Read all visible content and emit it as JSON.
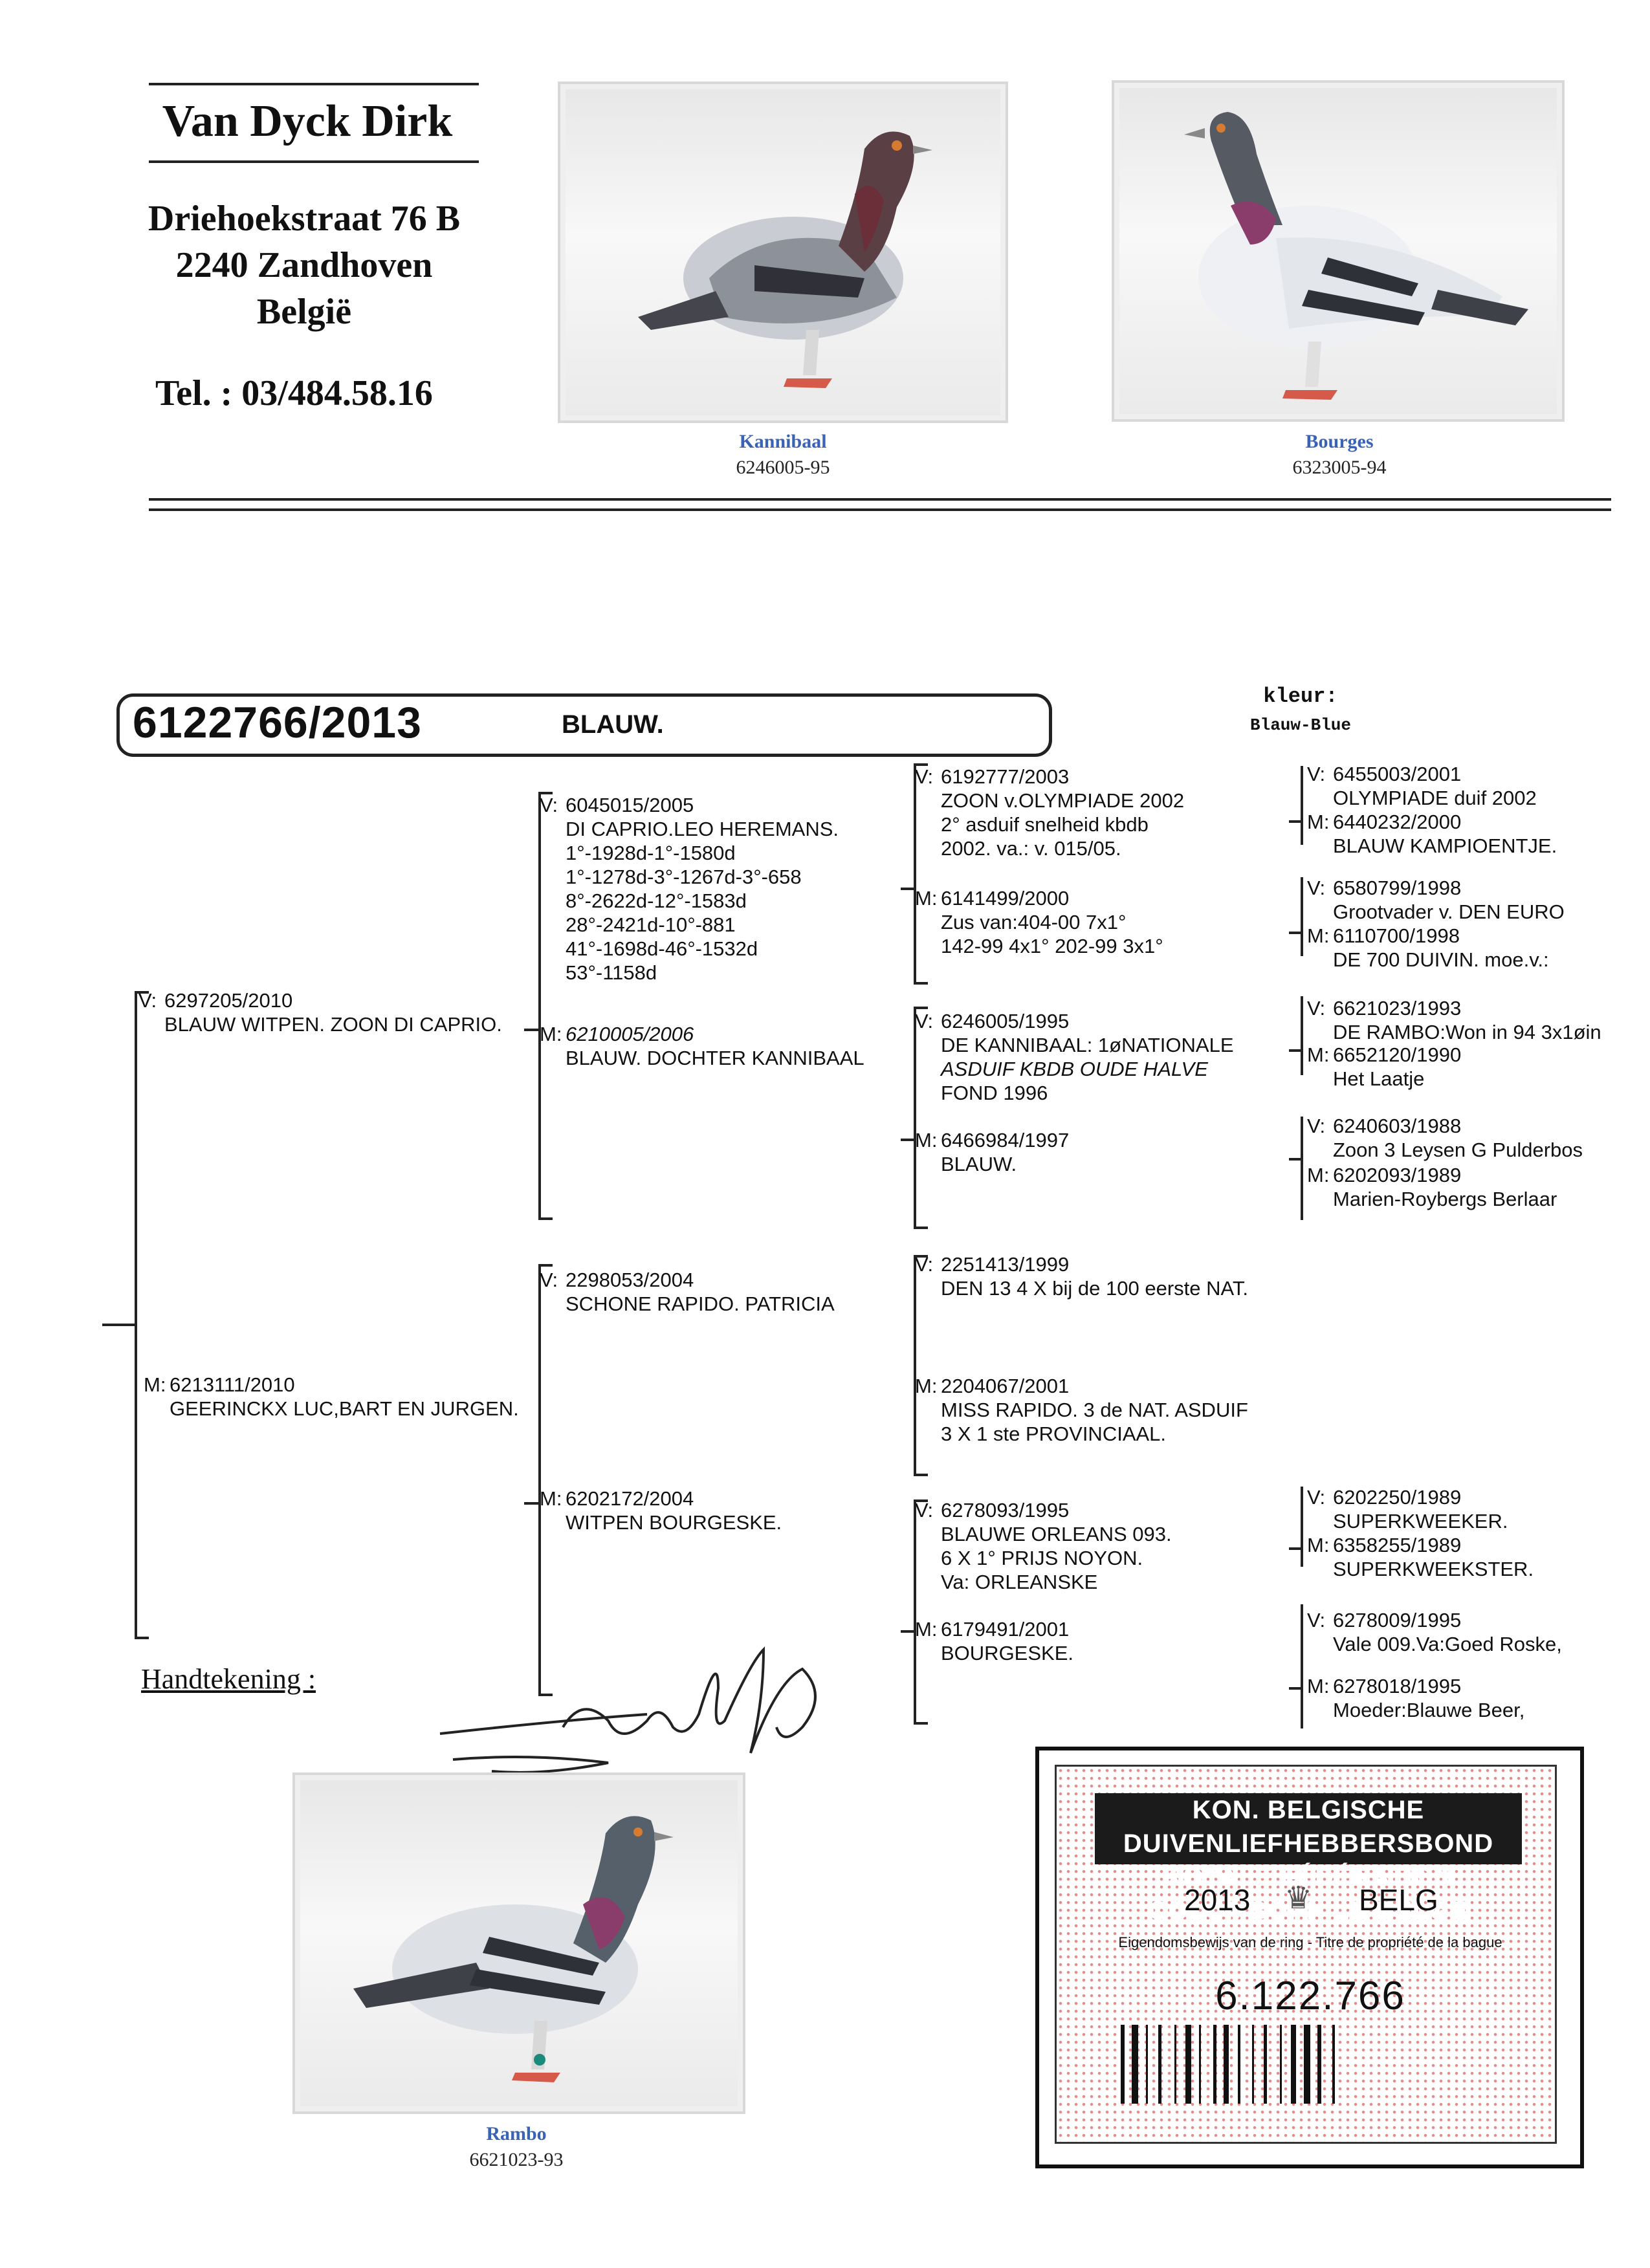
{
  "owner": {
    "name": "Van Dyck Dirk",
    "street": "Driehoekstraat 76 B",
    "city": "2240 Zandhoven",
    "country": "België",
    "tel": "Tel. : 03/484.58.16"
  },
  "photos": {
    "kannibaal": {
      "name": "Kannibaal",
      "ring": "6246005-95"
    },
    "bourges": {
      "name": "Bourges",
      "ring": "6323005-94"
    },
    "rambo": {
      "name": "Rambo",
      "ring": "6621023-93"
    }
  },
  "bird": {
    "ring": "6122766/2013",
    "color": "BLAUW.",
    "kleur_label": "kleur:",
    "kleur_value": "Blauw-Blue"
  },
  "gen1": {
    "father": {
      "tag": "V:",
      "lines": [
        "6297205/2010",
        "BLAUW WITPEN. ZOON DI CAPRIO."
      ]
    },
    "mother": {
      "tag": "M:",
      "lines": [
        "6213111/2010",
        "GEERINCKX LUC,BART EN JURGEN."
      ]
    }
  },
  "gen2": {
    "ff": {
      "tag": "V:",
      "lines": [
        "6045015/2005",
        "DI CAPRIO.LEO HEREMANS.",
        "1°-1928d-1°-1580d",
        "1°-1278d-3°-1267d-3°-658",
        "8°-2622d-12°-1583d",
        "28°-2421d-10°-881",
        "41°-1698d-46°-1532d",
        "53°-1158d"
      ]
    },
    "fm": {
      "tag": "M:",
      "lines": [
        "6210005/2006",
        "BLAUW. DOCHTER KANNIBAAL"
      ]
    },
    "mf": {
      "tag": "V:",
      "lines": [
        "2298053/2004",
        "SCHONE RAPIDO. PATRICIA"
      ]
    },
    "mm": {
      "tag": "M:",
      "lines": [
        "6202172/2004",
        "WITPEN BOURGESKE."
      ]
    }
  },
  "gen3": {
    "fff": {
      "tag": "V:",
      "lines": [
        "6192777/2003",
        "ZOON v.OLYMPIADE 2002",
        "2° asduif snelheid kbdb",
        "2002. va.: v. 015/05."
      ]
    },
    "ffm": {
      "tag": "M:",
      "lines": [
        "6141499/2000",
        "Zus van:404-00 7x1°",
        "142-99 4x1° 202-99 3x1°"
      ]
    },
    "fmf": {
      "tag": "V:",
      "lines": [
        "6246005/1995",
        "DE KANNIBAAL: 1øNATIONALE",
        "ASDUIF KBDB OUDE HALVE",
        "FOND 1996"
      ]
    },
    "fmm": {
      "tag": "M:",
      "lines": [
        "6466984/1997",
        "BLAUW."
      ]
    },
    "mff": {
      "tag": "V:",
      "lines": [
        "2251413/1999",
        "DEN 13  4 X bij de 100 eerste NAT."
      ]
    },
    "mfm": {
      "tag": "M:",
      "lines": [
        "2204067/2001",
        "MISS RAPIDO. 3 de NAT. ASDUIF",
        "3 X 1 ste PROVINCIAAL."
      ]
    },
    "mmf": {
      "tag": "V:",
      "lines": [
        "6278093/1995",
        "BLAUWE ORLEANS 093.",
        "6 X 1° PRIJS NOYON.",
        "Va: ORLEANSKE"
      ]
    },
    "mmm": {
      "tag": "M:",
      "lines": [
        "6179491/2001",
        "BOURGESKE."
      ]
    }
  },
  "gen4": {
    "a": {
      "tag": "V:",
      "lines": [
        "6455003/2001",
        "OLYMPIADE duif 2002"
      ]
    },
    "b": {
      "tag": "M:",
      "lines": [
        "6440232/2000",
        "BLAUW KAMPIOENTJE."
      ]
    },
    "c": {
      "tag": "V:",
      "lines": [
        "6580799/1998",
        "Grootvader v. DEN EURO"
      ]
    },
    "d": {
      "tag": "M:",
      "lines": [
        "6110700/1998",
        "DE 700 DUIVIN. moe.v.:"
      ]
    },
    "e": {
      "tag": "V:",
      "lines": [
        "6621023/1993",
        "DE RAMBO:Won in 94 3x1øin"
      ]
    },
    "f": {
      "tag": "M:",
      "lines": [
        "6652120/1990",
        "Het Laatje"
      ]
    },
    "g": {
      "tag": "V:",
      "lines": [
        "6240603/1988",
        "Zoon 3 Leysen G Pulderbos"
      ]
    },
    "h": {
      "tag": "M:",
      "lines": [
        "6202093/1989",
        "Marien-Roybergs Berlaar"
      ]
    },
    "i": {
      "tag": "V:",
      "lines": [
        "6202250/1989",
        "SUPERKWEEKER."
      ]
    },
    "j": {
      "tag": "M:",
      "lines": [
        "6358255/1989",
        "SUPERKWEEKSTER."
      ]
    },
    "k": {
      "tag": "V:",
      "lines": [
        "6278009/1995",
        "Vale 009.Va:Goed Roske,"
      ]
    },
    "l": {
      "tag": "M:",
      "lines": [
        "6278018/1995",
        "Moeder:Blauwe Beer,"
      ]
    }
  },
  "signature_label": "Handtekening :",
  "card": {
    "line1": "KON. BELGISCHE DUIVENLIEFHEBBERSBOND",
    "line2": "ROYALE FÉDÉRATION COLOMBOPHILE BELGE",
    "year": "2013",
    "country": "BELG",
    "small": "Eigendomsbewijs van de ring - Titre de propriété de la bague",
    "number": "6.122.766"
  }
}
